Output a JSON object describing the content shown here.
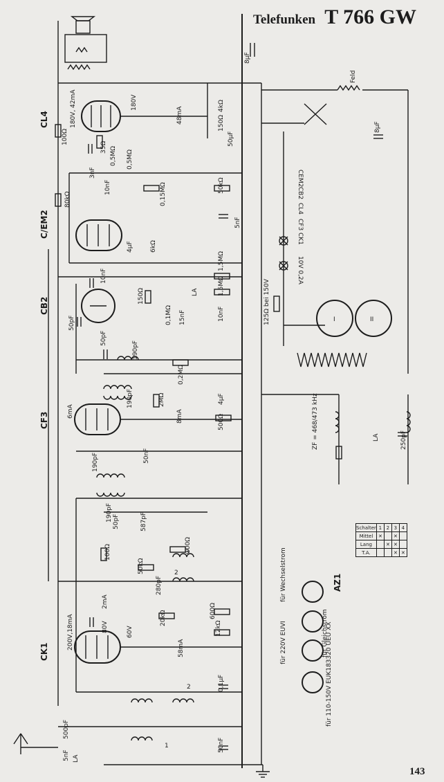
{
  "header": {
    "brand": "Telefunken",
    "model": "T 766 GW"
  },
  "page_number": "143",
  "tubes": {
    "cl4": "CL4",
    "cem2": "C/EM2",
    "cb2": "CB2",
    "cf3": "CF3",
    "ck1": "CK1",
    "az1": "AZ1"
  },
  "labels": {
    "c8uf": "8µF",
    "feld": "Feld",
    "c8uf_b": "8µF",
    "r180v": "180V",
    "r100o": "100Ω",
    "r35o": "35Ω",
    "r05m": "0,5MΩ",
    "c3nf": "3nF",
    "c10nf": "10nF",
    "r015m": "0,15MΩ",
    "r80k": "80kΩ",
    "c4kohm": "4kΩ",
    "r150o": "150Ω",
    "c50uf": "50µF",
    "r50k": "50kΩ",
    "i48ma": "48mA",
    "i42ma": "180V, 42mA",
    "c5nf": "5nF",
    "c4uf": "4µF",
    "r6k": "6kΩ",
    "c10nf_b": "10nF",
    "r15m": "1,5MΩ",
    "r15m_b": "1,5MΩ",
    "c50pf": "50pF",
    "r1502": "150Ω",
    "r01m": "0,1MΩ",
    "c15nf": "15nF",
    "c10nf_c": "10nF",
    "la": "LA",
    "r125": "125Ω bei 150V",
    "c190pf": "190pF",
    "c50pf_b": "50pF",
    "r02m": "0,2MΩ",
    "i6ma": "6mA",
    "r2m": "2MΩ",
    "c4uf_b": "4µF",
    "r500": "500Ω",
    "i8ma": "8mA",
    "c190pf_b": "190pF",
    "zf": "ZF = 468/473 kHz",
    "c250pf": "250pF",
    "la_b": "LA",
    "c190pf_c": "190pF",
    "c50nf": "50nF",
    "c190pf_d": "190pF",
    "c50pf_c": "50pF",
    "c587pf": "587pF",
    "r100o_b": "100Ω",
    "r50k_b": "50kΩ",
    "r100o_c": "100Ω",
    "c280pf": "280pF",
    "i2ma": "2mA",
    "r80v": "80V",
    "r20k": "20kΩ",
    "r600": "600Ω",
    "r60v": "60V",
    "r12k": "12kΩ",
    "i200v": "200V,18mA",
    "i58ma": "58mA",
    "c01uf": "0,1µF",
    "c50nf_b": "50nF",
    "c500pf": "500pF",
    "c5nf_b": "5nF",
    "la_c": "LA",
    "fuer_wechsel": "für Wechselstrom",
    "fuer_gleich": "für Gleichstrom",
    "fuer_220": "für 220V EUVI",
    "fuer_110": "für 110-150V EUK183320 UEU XX",
    "cl4_side": "CL4",
    "cf3_side": "CF3",
    "ck1_side": "CK1",
    "cb2_side": "CB2",
    "cem2_side": "CEM2",
    "lamp": "10V 0,2A",
    "roman_i": "I",
    "roman_ii": "II",
    "n1": "1",
    "n2": "2",
    "n3": "3",
    "n4": "4"
  },
  "switch_table": {
    "header": [
      "Schalter",
      "1",
      "2",
      "3",
      "4"
    ],
    "rows": [
      [
        "Mittel"
      ],
      [
        "Lang"
      ],
      [
        "T.A."
      ]
    ]
  }
}
